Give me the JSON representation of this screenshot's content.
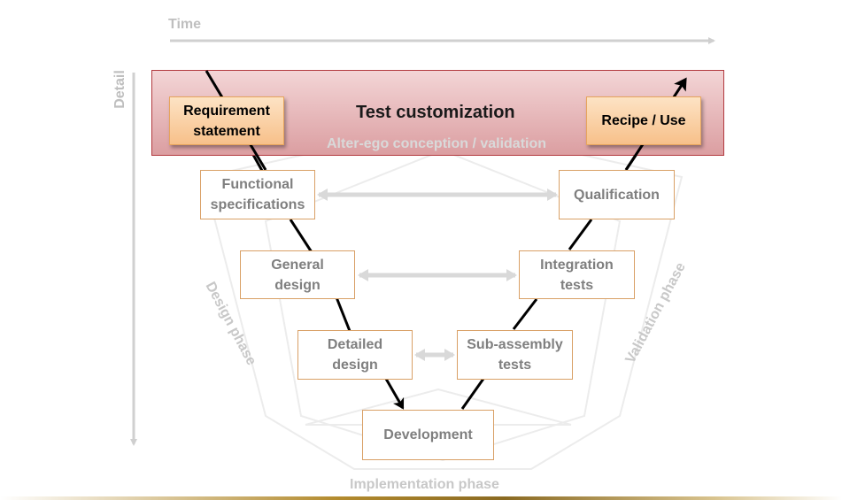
{
  "axes": {
    "time_label": "Time",
    "detail_label": "Detail"
  },
  "band": {
    "title": "Test customization",
    "ghost_text": "Alter-ego conception / validation"
  },
  "boxes": {
    "requirement": "Requirement\nstatement",
    "recipe": "Recipe / Use",
    "functional": "Functional\nspecifications",
    "qualification": "Qualification",
    "general": "General\ndesign",
    "integration": "Integration\ntests",
    "detailed": "Detailed\ndesign",
    "subassembly": "Sub-assembly\ntests",
    "development": "Development"
  },
  "phases": {
    "design": "Design phase",
    "validation": "Validation phase",
    "implementation": "Implementation phase"
  },
  "colors": {
    "band_fill": "#e8b8ba",
    "band_border": "#b23a3f",
    "highlight_fill": "#f9c996",
    "box_border": "#d9a066",
    "muted_text": "#7f7f7f",
    "axis_gray": "#d0d0d0"
  }
}
